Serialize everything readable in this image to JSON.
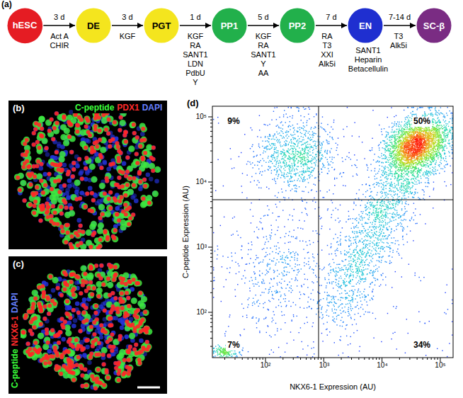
{
  "diagram": {
    "nodes": [
      {
        "text": [
          "hESC"
        ]
      },
      {
        "text": [
          "DE"
        ]
      },
      {
        "text": [
          "PGT"
        ]
      },
      {
        "text": [
          "PP1"
        ]
      },
      {
        "text": [
          "PP2"
        ]
      },
      {
        "text": [
          "EN"
        ]
      },
      {
        "text": [
          "SC-β"
        ]
      }
    ],
    "edges": [
      {
        "from": 0,
        "to": 1,
        "arrow": "to",
        "label": "3 d"
      },
      {
        "from": 1,
        "to": 2,
        "arrow": "to",
        "label": "3 d"
      },
      {
        "from": 2,
        "to": 3,
        "arrow": "to",
        "label": "1 d"
      },
      {
        "from": 3,
        "to": 4,
        "arrow": "to",
        "label": "5 d"
      },
      {
        "from": 4,
        "to": 5,
        "arrow": "to",
        "label": "7 d"
      },
      {
        "from": 5,
        "to": 6,
        "arrow": "to",
        "label": "7-14 d"
      }
    ],
    "labels": [
      "(a)",
      "Act A",
      "CHIR",
      "KGF",
      "KGF",
      "RA",
      "SANT1",
      "LDN",
      "PdbU",
      "Y",
      "KGF",
      "RA",
      "SANT1",
      "Y",
      "AA",
      "RA",
      "T3",
      "XXI",
      "Alk5i",
      "SANT1",
      "Heparin",
      "Betacellulin",
      "T3",
      "Alk5i",
      "(b)",
      "C-peptide",
      "PDX1",
      "DAPI",
      "(c)",
      "C-peptide",
      "NKX6-1",
      "DAPI",
      "(d)",
      "9%",
      "50%",
      "7%",
      "34%",
      "10⁵",
      "10⁴",
      "10³",
      "10²",
      "10²",
      "10³",
      "10⁴",
      "10⁵",
      "C-peptide Expression (AU)",
      "NKX6-1 Expression (AU)"
    ]
  }
}
